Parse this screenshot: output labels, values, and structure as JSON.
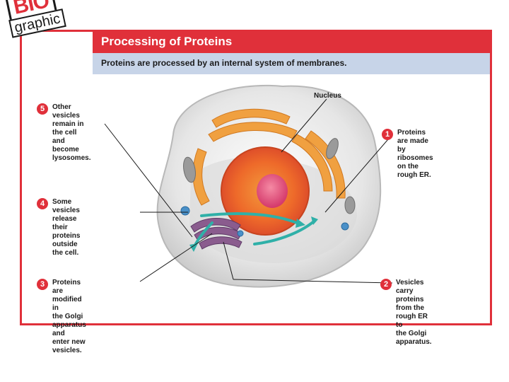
{
  "logo": {
    "top": "BIO",
    "bottom": "graphic"
  },
  "header": {
    "title": "Processing of Proteins",
    "subtitle": "Proteins are processed by an internal system of membranes."
  },
  "labels": {
    "nucleus": "Nucleus"
  },
  "steps": [
    {
      "number": "1",
      "text": "Proteins are made by\nribosomes on the\nrough ER."
    },
    {
      "number": "2",
      "text": "Vesicles carry proteins\nfrom the rough ER to\nthe Golgi apparatus."
    },
    {
      "number": "3",
      "text": "Proteins are modified in\nthe Golgi apparatus and\nenter new vesicles."
    },
    {
      "number": "4",
      "text": "Some vesicles release\ntheir proteins outside\nthe cell."
    },
    {
      "number": "5",
      "text": "Other vesicles remain in\nthe cell and become\nlysosomes."
    }
  ],
  "colors": {
    "accent": "#e0303a",
    "subtitle_band": "#c7d4e8",
    "arrow": "#2fb0a8"
  }
}
